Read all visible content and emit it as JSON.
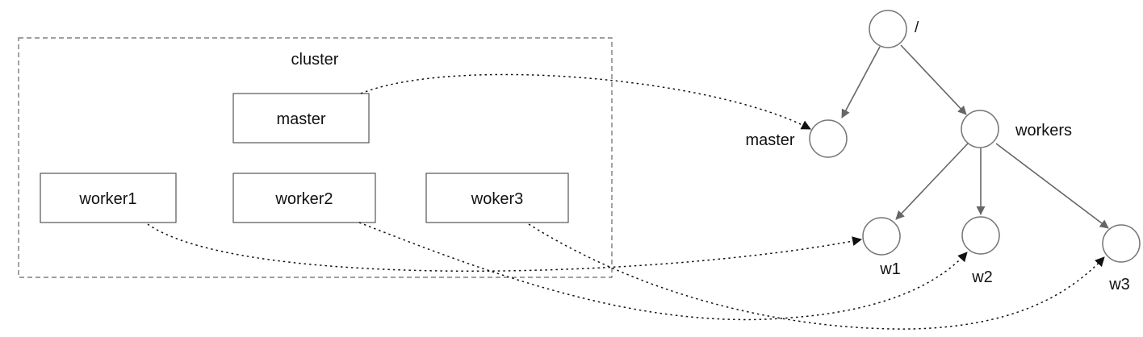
{
  "cluster": {
    "title": "cluster",
    "boxes": {
      "master": "master",
      "worker1": "worker1",
      "worker2": "worker2",
      "worker3": "woker3"
    }
  },
  "tree": {
    "root": "/",
    "master": "master",
    "workers": "workers",
    "w1": "w1",
    "w2": "w2",
    "w3": "w3"
  },
  "colors": {
    "box_border": "#555555",
    "tree_edge": "#666666",
    "node_border": "#777777",
    "dotted_arrow": "#111111"
  }
}
